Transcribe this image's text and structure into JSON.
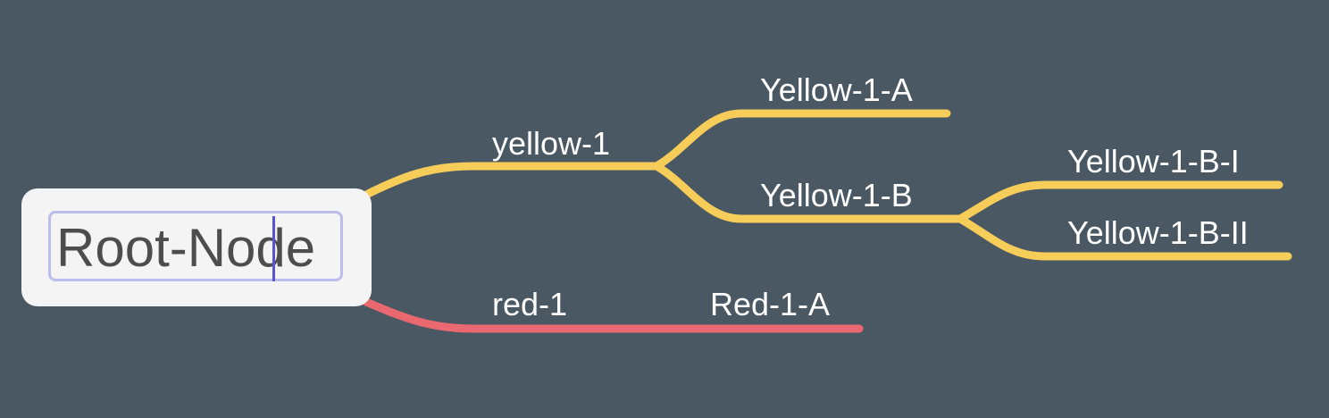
{
  "colors": {
    "background": "#4a5863",
    "yellow_branch": "#f7cd59",
    "red_branch": "#ea6870",
    "root_fill": "#f4f4f4",
    "root_text": "#4d4d4d",
    "editor_border": "#bdbcef",
    "caret": "#5a52d6",
    "label_text": "#ffffff"
  },
  "root": {
    "label": "Root-Node",
    "editing": true
  },
  "nodes": {
    "yellow_1": "yellow-1",
    "yellow_1_a": "Yellow-1-A",
    "yellow_1_b": "Yellow-1-B",
    "yellow_1_b_i": "Yellow-1-B-I",
    "yellow_1_b_ii": "Yellow-1-B-II",
    "red_1": "red-1",
    "red_1_a": "Red-1-A"
  }
}
